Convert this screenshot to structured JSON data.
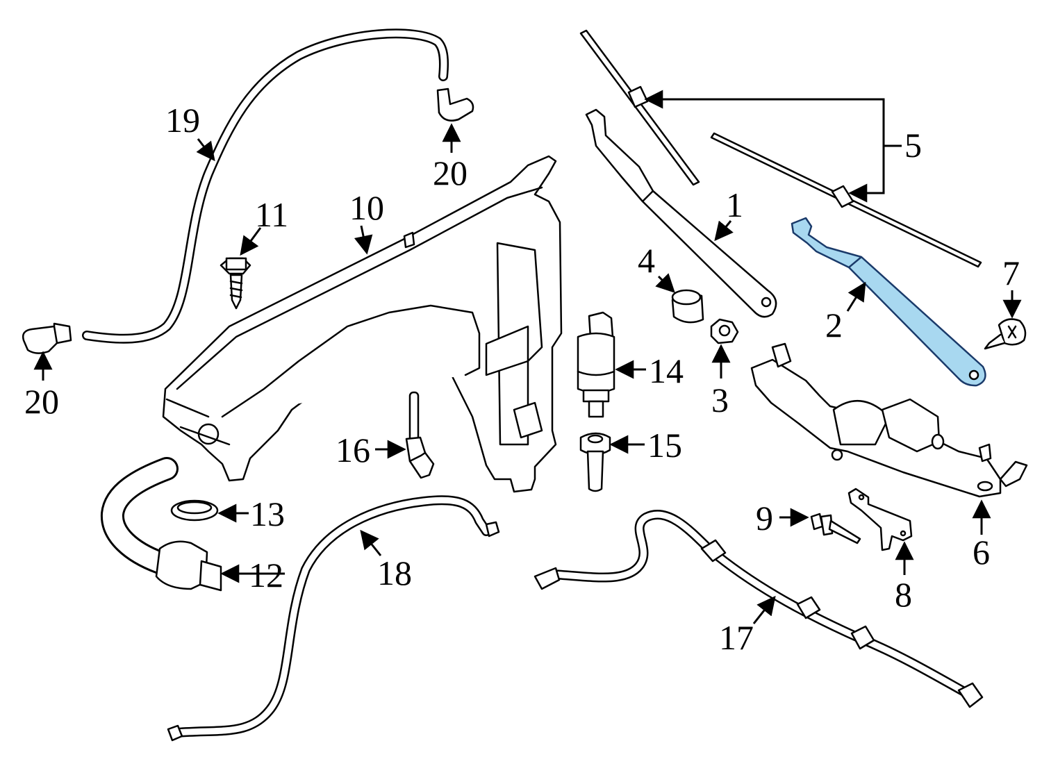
{
  "accent_color": "#a8d8f0",
  "callouts": {
    "c1": "1",
    "c2": "2",
    "c3": "3",
    "c4": "4",
    "c5": "5",
    "c6": "6",
    "c7": "7",
    "c8": "8",
    "c9": "9",
    "c10": "10",
    "c11": "11",
    "c12": "12",
    "c13": "13",
    "c14": "14",
    "c15": "15",
    "c16": "16",
    "c17": "17",
    "c18": "18",
    "c19": "19",
    "c20a": "20",
    "c20b": "20"
  }
}
